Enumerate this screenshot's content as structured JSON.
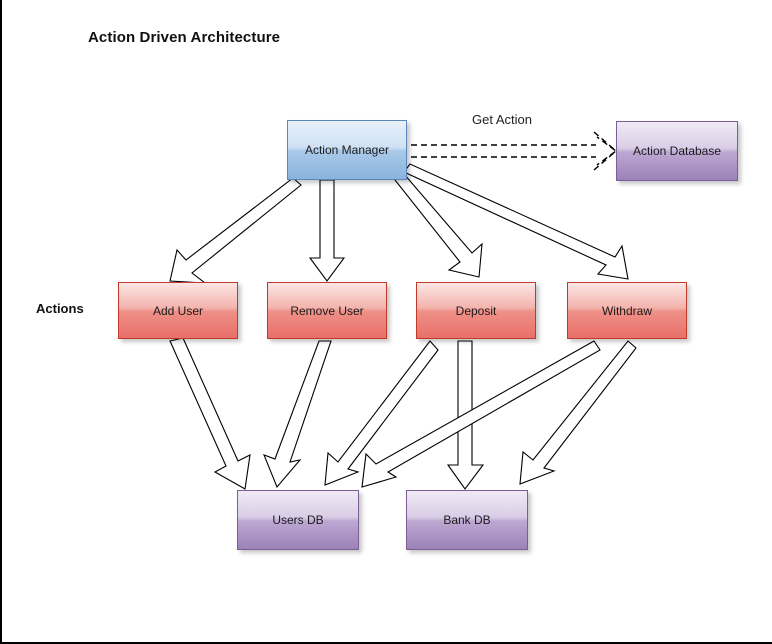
{
  "diagram": {
    "title": "Action Driven Architecture",
    "group_label": "Actions",
    "edge_label": "Get Action",
    "nodes": {
      "action_manager": "Action Manager",
      "action_database": "Action Database",
      "add_user": "Add User",
      "remove_user": "Remove User",
      "deposit": "Deposit",
      "withdraw": "Withdraw",
      "users_db": "Users DB",
      "bank_db": "Bank DB"
    },
    "colors": {
      "manager": "#8ab4de",
      "action": "#e8706a",
      "database": "#9b82b8",
      "arrow_stroke": "#000000",
      "background": "#ffffff"
    }
  }
}
